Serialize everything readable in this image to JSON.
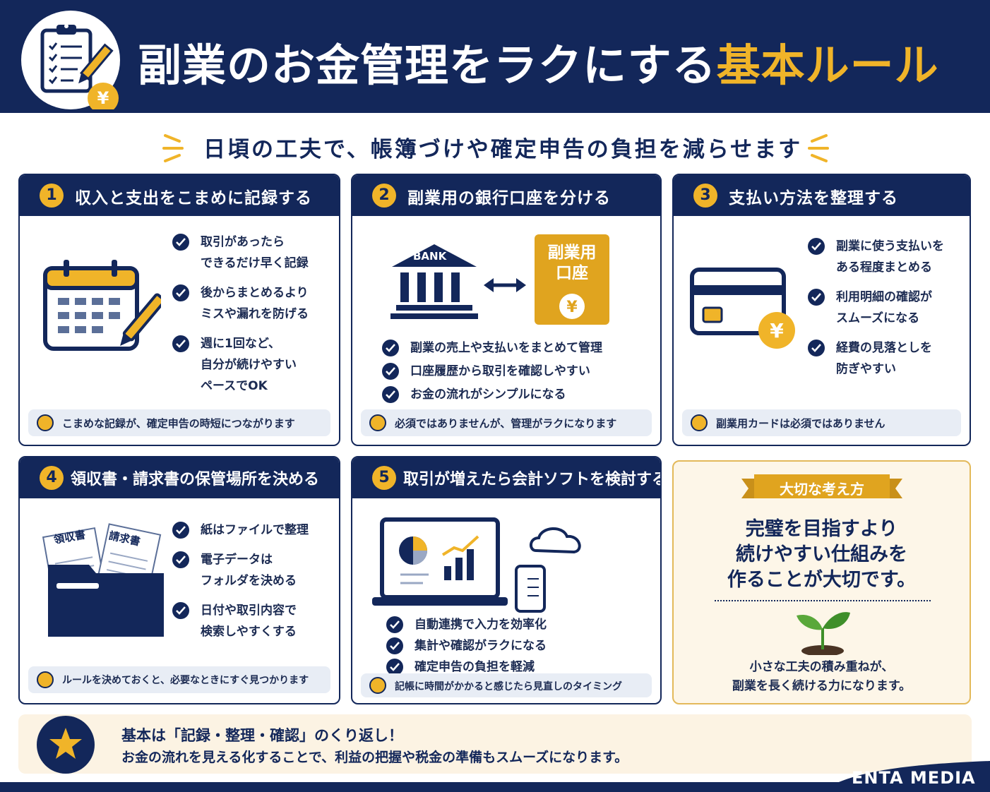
{
  "header": {
    "title_main": "副業のお金管理をラクにする",
    "title_highlight": "基本ルール",
    "logo_icon": "clipboard-yen-icon"
  },
  "subtitle": "日頃の工夫で、帳簿づけや確定申告の負担を減らせます",
  "cards": [
    {
      "num": "1",
      "title": "収入と支出をこまめに記録する",
      "icon": "calendar-pencil-icon",
      "bullets": [
        "取引があったら\nできるだけ早く記録",
        "後からまとめるより\nミスや漏れを防げる",
        "週に1回など、\n自分が続けやすい\nペースでOK"
      ],
      "tip": "こまめな記録が、確定申告の時短につながります"
    },
    {
      "num": "2",
      "title": "副業用の銀行口座を分ける",
      "icon": "bank-icon",
      "bank_label": "BANK",
      "account_label": "副業用\n口座",
      "bullets": [
        "副業の売上や支払いをまとめて管理",
        "口座履歴から取引を確認しやすい",
        "お金の流れがシンプルになる"
      ],
      "tip": "必須ではありませんが、管理がラクになります"
    },
    {
      "num": "3",
      "title": "支払い方法を整理する",
      "icon": "credit-card-yen-icon",
      "bullets": [
        "副業に使う支払いを\nある程度まとめる",
        "利用明細の確認が\nスムーズになる",
        "経費の見落としを\n防ぎやすい"
      ],
      "tip": "副業用カードは必須ではありません"
    },
    {
      "num": "4",
      "title": "領収書・請求書の保管場所を決める",
      "icon": "folder-documents-icon",
      "doc1": "領収書",
      "doc2": "請求書",
      "bullets": [
        "紙はファイルで整理",
        "電子データは\nフォルダを決める",
        "日付や取引内容で\n検索しやすくする"
      ],
      "tip": "ルールを決めておくと、必要なときにすぐ見つかります"
    },
    {
      "num": "5",
      "title": "取引が増えたら会計ソフトを検討する",
      "icon": "laptop-cloud-icon",
      "bullets": [
        "自動連携で入力を効率化",
        "集計や確認がラクになる",
        "確定申告の負担を軽減"
      ],
      "tip": "記帳に時間がかかると感じたら見直しのタイミング"
    }
  ],
  "mindset": {
    "ribbon": "大切な考え方",
    "main": "完璧を目指すより\n続けやすい仕組みを\n作ることが大切です。",
    "icon": "sprout-icon",
    "note": "小さな工夫の積み重ねが、\n副業を長く続ける力になります。"
  },
  "footer": {
    "icon": "star-icon",
    "line1": "基本は「記録・整理・確認」のくり返し！",
    "line2": "お金の流れを見える化することで、利益の把握や税金の準備もスムーズになります。",
    "brand": "ENTA MEDIA"
  },
  "colors": {
    "navy": "#13275a",
    "gold": "#f0b429",
    "cream": "#fcf3e3",
    "tip_bg": "#e8edf5"
  }
}
